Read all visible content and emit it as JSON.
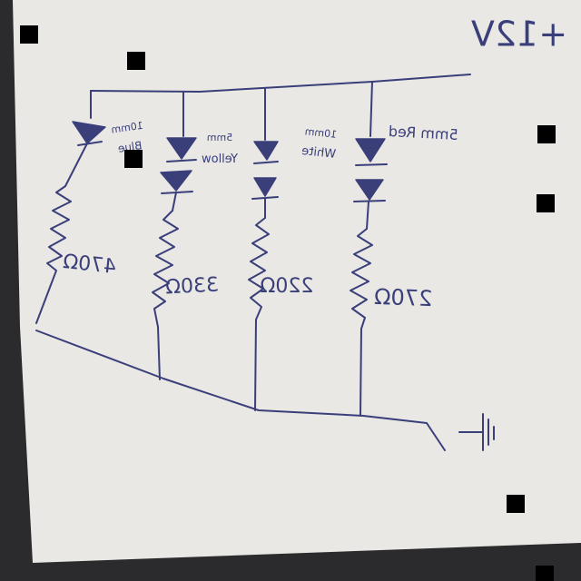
{
  "supply": {
    "label": "+12V"
  },
  "branches": [
    {
      "led_label_line1": "10mm",
      "led_label_line2": "Blue",
      "resistor": "470Ω"
    },
    {
      "led_label_line1": "5mm",
      "led_label_line2": "Yellow",
      "resistor": "330Ω"
    },
    {
      "led_label_line1": "10mm",
      "led_label_line2": "White",
      "resistor": "220Ω"
    },
    {
      "led_label_line1": "5mm Red",
      "led_label_line2": "",
      "resistor": "270Ω"
    }
  ],
  "colors": {
    "paper": "#e9e8e5",
    "ink": "#3a3f7a",
    "background": "#2b2b2d"
  }
}
